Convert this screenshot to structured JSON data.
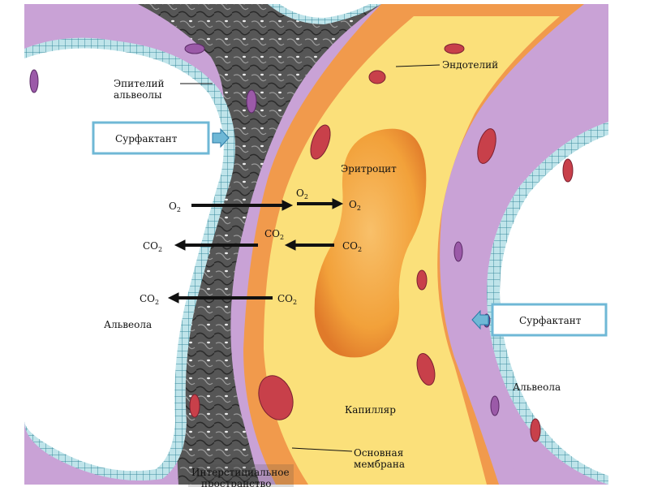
{
  "labels": {
    "epithelium_line1": "Эпителий",
    "epithelium_line2": "альвеолы",
    "endothelium": "Эндотелий",
    "erythrocyte": "Эритроцит",
    "alveolus_left": "Альвеола",
    "alveolus_right": "Альвеола",
    "capillary": "Капилляр",
    "basement_line1": "Основная",
    "basement_line2": "мембрана",
    "interstitial_line1": "Интерстициальное",
    "interstitial_line2": "пространство"
  },
  "surfactant_left": "Сурфактант",
  "surfactant_right": "Сурфактант",
  "gas": {
    "o2_in": "O",
    "o2_mid": "O",
    "o2_rbc": "O",
    "co2_out1": "CO",
    "co2_mid1": "CO",
    "co2_rbc": "CO",
    "co2_out2": "CO",
    "co2_cap": "CO",
    "subscript": "2"
  },
  "colors": {
    "lavender": "#c9a2d6",
    "epithelium_cells": "#9fd4dd",
    "interstitium": "#4a4a4a",
    "endothelium": "#f19a4c",
    "plasma": "#fbe07a",
    "erythrocyte": "#f3a43c",
    "nucleus": "#c8404a",
    "surfactant_box": "#6fb8d6",
    "arrow": "#111111"
  }
}
